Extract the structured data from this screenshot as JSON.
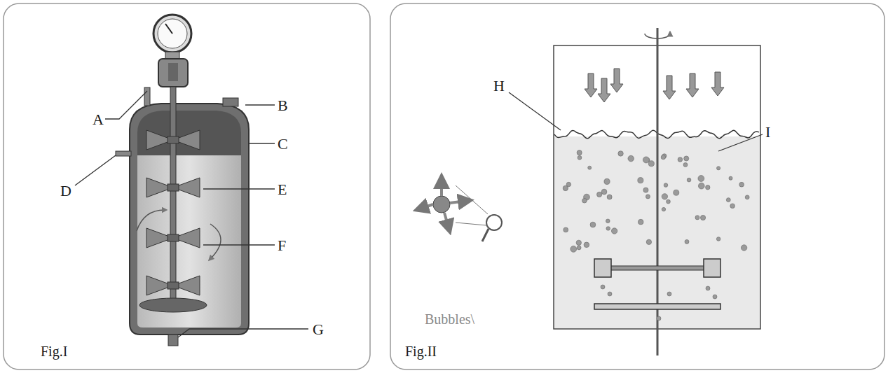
{
  "diagram": {
    "labels": [
      "A",
      "B",
      "C",
      "D",
      "E",
      "F",
      "G",
      "Fig.I",
      "H",
      "I",
      "Bubbles\\",
      "Fig.II"
    ]
  }
}
